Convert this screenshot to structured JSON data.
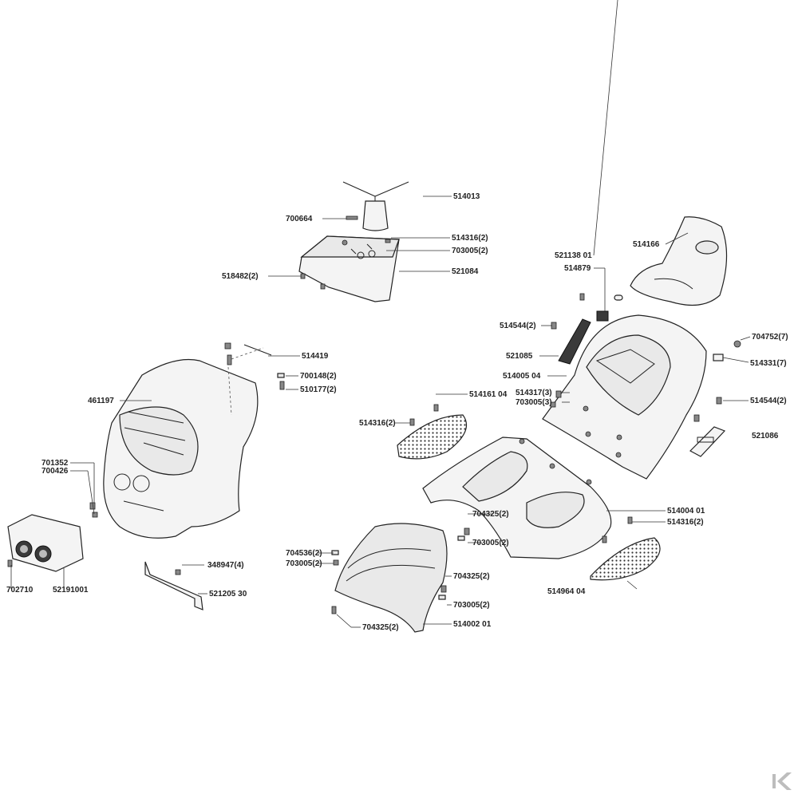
{
  "parts": [
    {
      "id": "p514013",
      "label": "514013"
    },
    {
      "id": "p700664",
      "label": "700664"
    },
    {
      "id": "p514316a",
      "label": "514316(2)"
    },
    {
      "id": "p703005a",
      "label": "703005(2)"
    },
    {
      "id": "p518482",
      "label": "518482(2)"
    },
    {
      "id": "p521084",
      "label": "521084"
    },
    {
      "id": "p514166",
      "label": "514166"
    },
    {
      "id": "p521138",
      "label": "521138 01"
    },
    {
      "id": "p514879",
      "label": "514879"
    },
    {
      "id": "p514544a",
      "label": "514544(2)"
    },
    {
      "id": "p521085",
      "label": "521085"
    },
    {
      "id": "p704752",
      "label": "704752(7)"
    },
    {
      "id": "p514331",
      "label": "514331(7)"
    },
    {
      "id": "p514005",
      "label": "514005 04"
    },
    {
      "id": "p514317",
      "label": "514317(3)"
    },
    {
      "id": "p703005b",
      "label": "703005(3)"
    },
    {
      "id": "p514544b",
      "label": "514544(2)"
    },
    {
      "id": "p521086",
      "label": "521086"
    },
    {
      "id": "p514419",
      "label": "514419"
    },
    {
      "id": "p700148",
      "label": "700148(2)"
    },
    {
      "id": "p510177",
      "label": "510177(2)"
    },
    {
      "id": "p461197",
      "label": "461197"
    },
    {
      "id": "p514161",
      "label": "514161 04"
    },
    {
      "id": "p514316b",
      "label": "514316(2)"
    },
    {
      "id": "p701352",
      "label": "701352"
    },
    {
      "id": "p700426",
      "label": "700426"
    },
    {
      "id": "p514004",
      "label": "514004 01"
    },
    {
      "id": "p514316c",
      "label": "514316(2)"
    },
    {
      "id": "p704325a",
      "label": "704325(2)"
    },
    {
      "id": "p703005c",
      "label": "703005(2)"
    },
    {
      "id": "p704536",
      "label": "704536(2)"
    },
    {
      "id": "p703005d",
      "label": "703005(2)"
    },
    {
      "id": "p348947",
      "label": "348947(4)"
    },
    {
      "id": "p704325b",
      "label": "704325(2)"
    },
    {
      "id": "p703005e",
      "label": "703005(2)"
    },
    {
      "id": "p514964",
      "label": "514964 04"
    },
    {
      "id": "p702710",
      "label": "702710"
    },
    {
      "id": "p52191001",
      "label": "52191001"
    },
    {
      "id": "p521205",
      "label": "521205 30"
    },
    {
      "id": "p514002",
      "label": "514002 01"
    },
    {
      "id": "p704325c",
      "label": "704325(2)"
    }
  ]
}
